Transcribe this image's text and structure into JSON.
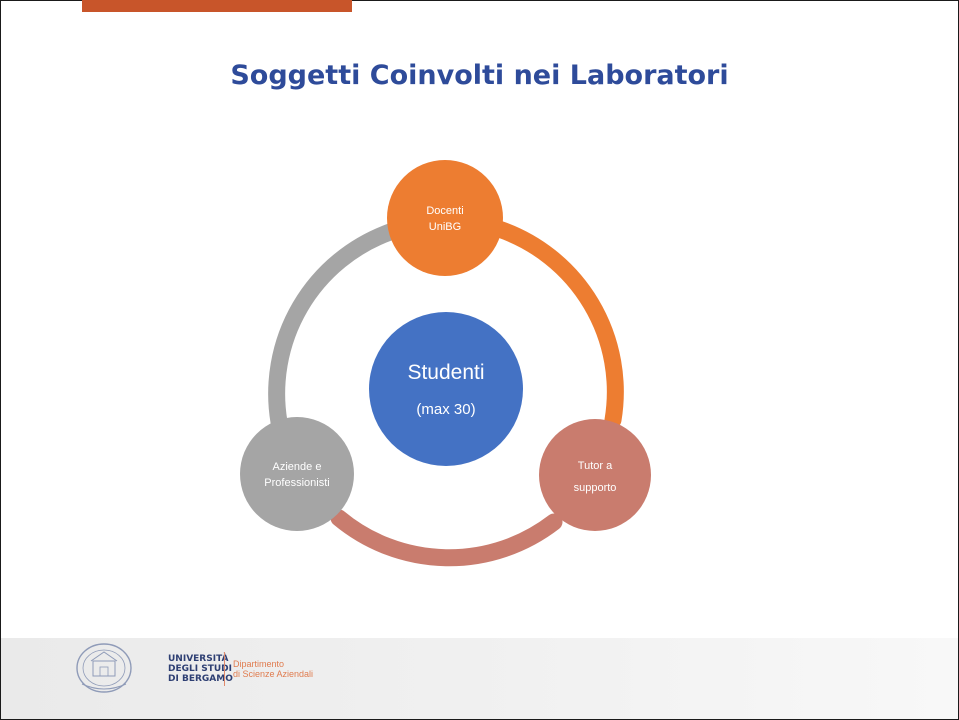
{
  "slide": {
    "title": "Soggetti Coinvolti nei Laboratori",
    "accent_color": "#c8552a"
  },
  "diagram": {
    "center": {
      "title": "Studenti",
      "subtitle": "(max 30)",
      "color": "#4472c4"
    },
    "nodes": [
      {
        "lines": [
          "Docenti",
          "UniBG"
        ],
        "color": "#ed7d31"
      },
      {
        "lines": [
          "Tutor a",
          "supporto"
        ],
        "color": "#c97c6e"
      },
      {
        "lines": [
          "Aziende e",
          "Professionisti"
        ],
        "color": "#a5a5a5"
      }
    ],
    "arcs": [
      {
        "from": "Docenti UniBG",
        "to": "Tutor a supporto",
        "color": "#ed7d31"
      },
      {
        "from": "Tutor a supporto",
        "to": "Aziende e Professionisti",
        "color": "#c97c6e"
      },
      {
        "from": "Aziende e Professionisti",
        "to": "Docenti UniBG",
        "color": "#a5a5a5"
      }
    ]
  },
  "footer": {
    "university_lines": [
      "UNIVERSITÀ",
      "DEGLI STUDI",
      "DI BERGAMO"
    ],
    "department_lines": [
      "Dipartimento",
      "di Scienze Aziendali"
    ],
    "seal_icon": "university-seal-icon"
  }
}
